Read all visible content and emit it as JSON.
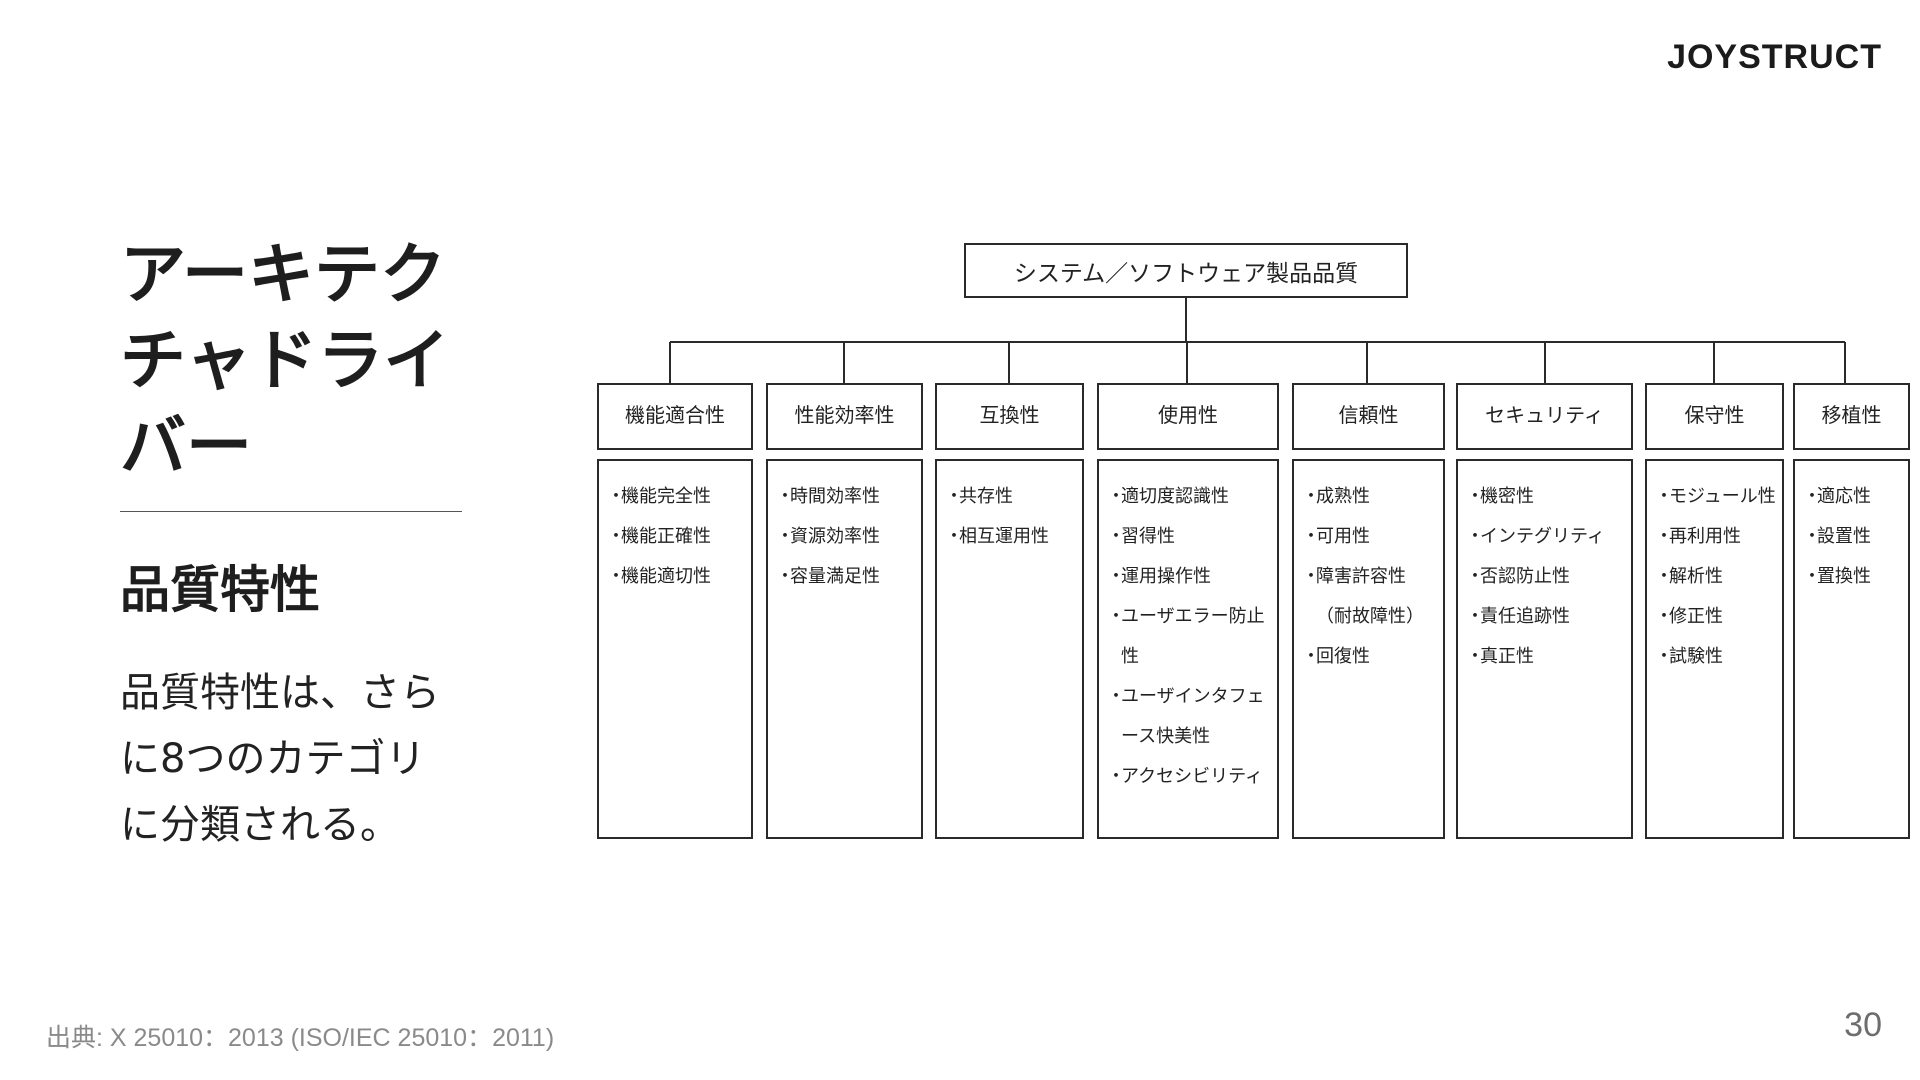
{
  "logo": "JOYSTRUCT",
  "title": "アーキテクチャドライバー",
  "subtitle": "品質特性",
  "description": "品質特性は、さらに8つのカテゴリに分類される。",
  "source": "出典: X 25010：2013 (ISO/IEC 25010：2011)",
  "page_number": "30",
  "diagram": {
    "root": "システム／ソフトウェア製品品質",
    "bullet": "・",
    "categories": [
      {
        "name": "機能適合性",
        "items": [
          "機能完全性",
          "機能正確性",
          "機能適切性"
        ]
      },
      {
        "name": "性能効率性",
        "items": [
          "時間効率性",
          "資源効率性",
          "容量満足性"
        ]
      },
      {
        "name": "互換性",
        "items": [
          "共存性",
          "相互運用性"
        ]
      },
      {
        "name": "使用性",
        "items": [
          "適切度認識性",
          "習得性",
          "運用操作性",
          "ユーザエラー防止性",
          "ユーザインタフェース快美性",
          "アクセシビリティ"
        ]
      },
      {
        "name": "信頼性",
        "items": [
          "成熟性",
          "可用性",
          "障害許容性（耐故障性）",
          "回復性"
        ]
      },
      {
        "name": "セキュリティ",
        "items": [
          "機密性",
          "インテグリティ",
          "否認防止性",
          "責任追跡性",
          "真正性"
        ]
      },
      {
        "name": "保守性",
        "items": [
          "モジュール性",
          "再利用性",
          "解析性",
          "修正性",
          "試験性"
        ]
      },
      {
        "name": "移植性",
        "items": [
          "適応性",
          "設置性",
          "置換性"
        ]
      }
    ]
  },
  "colors": {
    "text": "#222222",
    "border": "#2a2a2a",
    "muted": "#8a8a8a"
  }
}
